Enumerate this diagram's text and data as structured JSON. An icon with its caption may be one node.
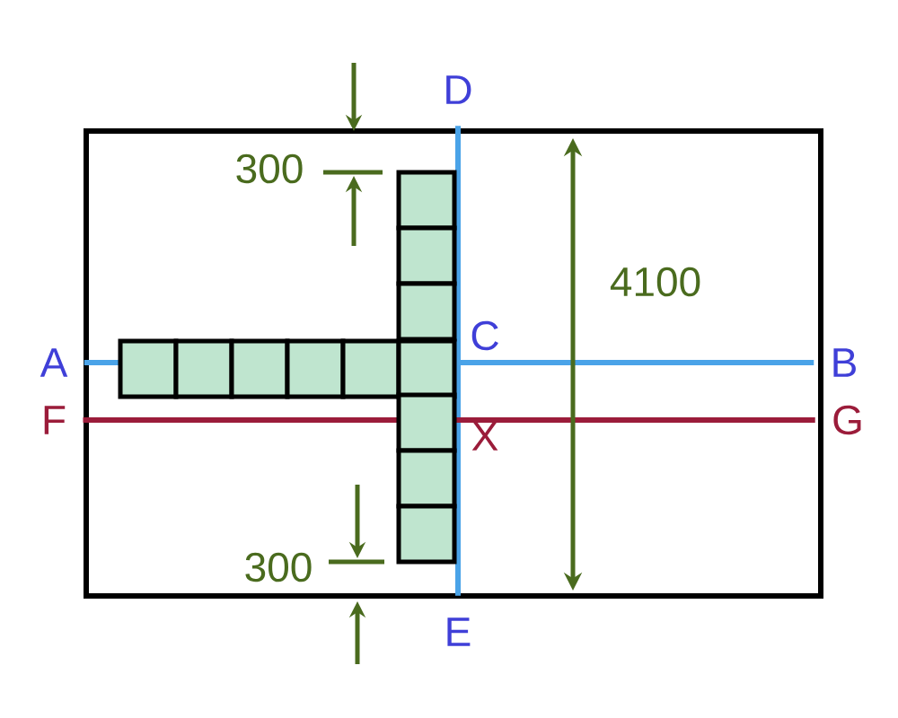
{
  "diagram": {
    "nodes": [
      {
        "text": [
          "A"
        ]
      },
      {
        "text": [
          "B"
        ]
      },
      {
        "text": [
          "D"
        ]
      },
      {
        "text": [
          "E"
        ]
      },
      {
        "text": [
          "F"
        ]
      },
      {
        "text": [
          "G"
        ]
      }
    ],
    "edges": [
      {
        "from": 0,
        "to": 1,
        "arrow": "none",
        "color": "#4aa3e8"
      },
      {
        "from": 2,
        "to": 3,
        "arrow": "none",
        "color": "#4aa3e8"
      },
      {
        "from": 4,
        "to": 5,
        "arrow": "none",
        "color": "#9b1c3a"
      }
    ],
    "labels": [
      "300",
      "4100",
      "C",
      "X",
      "300"
    ]
  }
}
